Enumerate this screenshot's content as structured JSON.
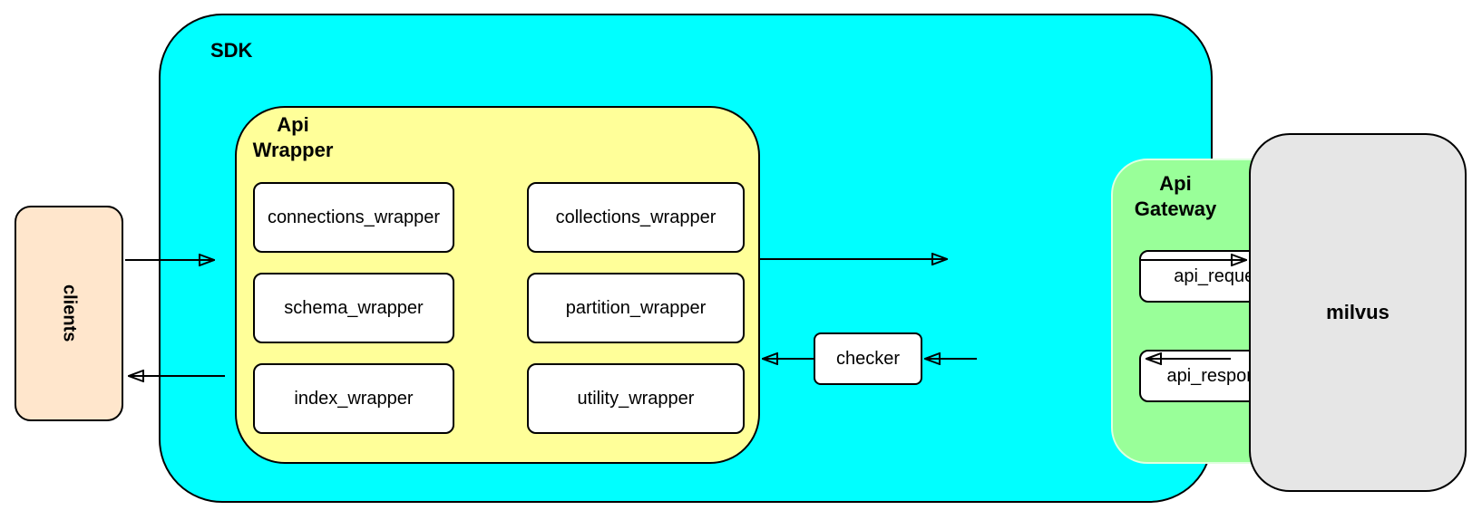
{
  "diagram": {
    "clients": {
      "label": "clients"
    },
    "sdk": {
      "label": "SDK",
      "api_wrapper": {
        "label_line1": "Api",
        "label_line2": "Wrapper",
        "boxes": [
          "connections_wrapper",
          "collections_wrapper",
          "schema_wrapper",
          "partition_wrapper",
          "index_wrapper",
          "utility_wrapper"
        ]
      },
      "checker": {
        "label": "checker"
      },
      "api_gateway": {
        "label_line1": "Api",
        "label_line2": "Gateway",
        "request": "api_request",
        "response": "api_response"
      }
    },
    "milvus": {
      "label": "milvus"
    },
    "colors": {
      "sdk_bg": "#00FFFF",
      "api_wrapper_bg": "#FFFF99",
      "api_gateway_bg": "#99FF99",
      "api_gateway_border": "#DFFFDF",
      "clients_bg": "#FFE6CC",
      "milvus_bg": "#E6E6E6",
      "node_bg": "#FFFFFF",
      "border": "#000000",
      "text": "#000000"
    }
  }
}
